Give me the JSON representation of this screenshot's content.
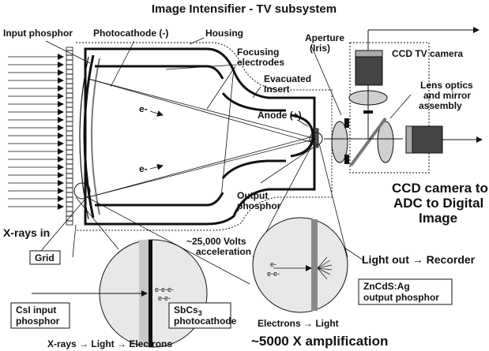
{
  "title": "Image Intensifier - TV subsystem",
  "labels": {
    "input_phosphor": "Input phosphor",
    "photocathode": "Photocathode (-)",
    "housing": "Housing",
    "focusing_1": "Focusing",
    "focusing_2": "electrodes",
    "evacuated_1": "Evacuated",
    "evacuated_2": "Insert",
    "anode": "Anode (+)",
    "electron": "e-",
    "output_phosphor_1": "Output",
    "output_phosphor_2": "phosphor",
    "xrays_in": "X-rays in",
    "grid": "Grid",
    "volts_1": "~25,000 Volts",
    "volts_2": "acceleration",
    "aperture_1": "Aperture",
    "aperture_2": "(Iris)",
    "ccd_tv_camera": "CCD TV camera",
    "lens_1": "Lens optics",
    "lens_2": "and mirror",
    "lens_3": "assembly",
    "ccd_adc_1": "CCD camera to",
    "ccd_adc_2": "ADC to Digital",
    "ccd_adc_3": "Image",
    "light_out": "Light out → Recorder",
    "zncds_1": "ZnCdS:Ag",
    "zncds_2": "output phosphor",
    "electrons_light": "Electrons → Light",
    "amplification": "~5000 X amplification",
    "csi_1": "CsI input",
    "csi_2": "phosphor",
    "sbcs_1": "SbCs",
    "sbcs_sub": "3",
    "sbcs_2": "photocathode",
    "xrays_chain": "X-rays → Light → Electrons",
    "e_cluster_1": "e-e-e-",
    "e_cluster_2": "e-e-",
    "e_out_1": "e-",
    "e_out_2": "e-e-"
  }
}
